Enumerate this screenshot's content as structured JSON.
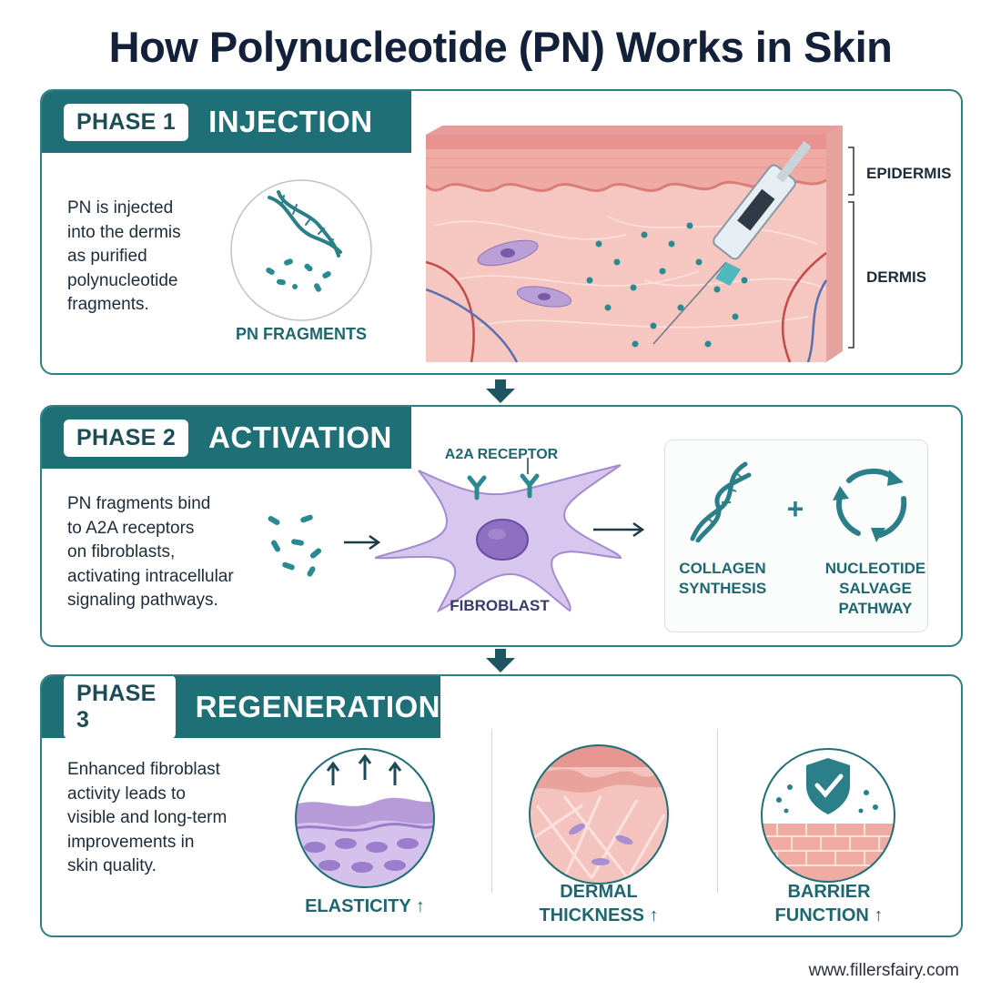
{
  "title": "How Polynucleotide (PN) Works in Skin",
  "phase1": {
    "pill": "PHASE 1",
    "name": "INJECTION",
    "description": "PN is injected\ninto the dermis\nas purified\npolynucleotide\nfragments.",
    "fragments_label": "PN FRAGMENTS",
    "epidermis_label": "EPIDERMIS",
    "dermis_label": "DERMIS"
  },
  "phase2": {
    "pill": "PHASE 2",
    "name": "ACTIVATION",
    "description": "PN fragments bind\nto A2A receptors\non fibroblasts,\nactivating intracellular\nsignaling pathways.",
    "receptor_label": "A2A RECEPTOR",
    "fibroblast_label": "FIBROBLAST",
    "collagen_label": "COLLAGEN\nSYNTHESIS",
    "plus": "+",
    "salvage_label": "NUCLEOTIDE\nSALVAGE\nPATHWAY"
  },
  "phase3": {
    "pill": "PHASE 3",
    "name": "REGENERATION",
    "description": "Enhanced fibroblast\nactivity leads to\nvisible and long-term\nimprovements in\nskin quality.",
    "elasticity_label": "ELASTICITY ↑",
    "thickness_label": "DERMAL\nTHICKNESS ↑",
    "barrier_label": "BARRIER\nFUNCTION ↑"
  },
  "footer": "www.fillersfairy.com",
  "colors": {
    "teal": "#1e7076",
    "border": "#2f7f86",
    "skin": "#f2b3ad",
    "fibroblast": "#c9b3e6"
  },
  "icons": [
    "dna-icon",
    "syringe-icon",
    "fibroblast-cell-icon",
    "recycle-arrows-icon",
    "shield-check-icon",
    "arrow-down-icon",
    "arrow-right-icon"
  ]
}
